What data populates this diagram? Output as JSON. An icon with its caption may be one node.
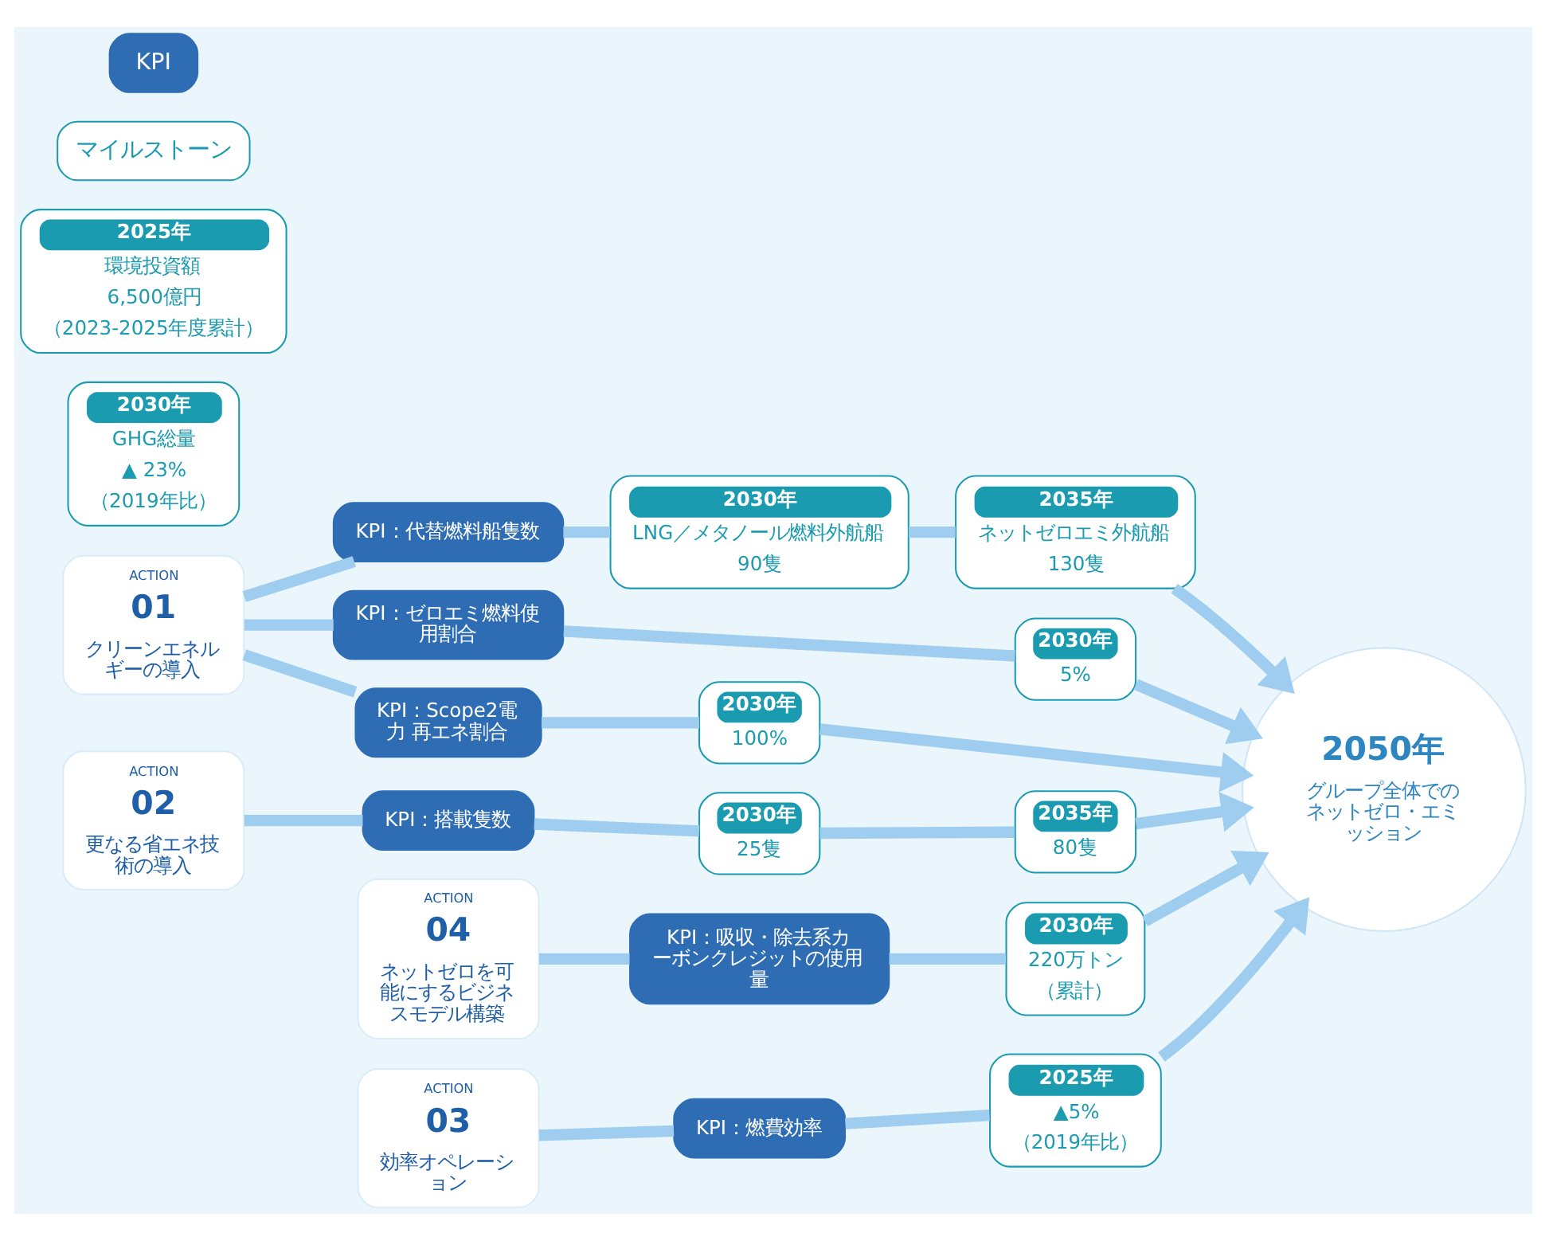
{
  "diagram": {
    "nodes": [
      {
        "text": [
          "2050年",
          "グループ全体でのネットゼロ・エミッション"
        ]
      },
      {
        "text": [
          "ACTION",
          "01",
          "クリーンエネルギーの導入"
        ]
      },
      {
        "text": [
          "KPI：代替燃料船隻数"
        ]
      },
      {
        "text": [
          "2030年",
          "LNG／メタノール燃料外航船",
          "90隻"
        ]
      },
      {
        "text": [
          "2035年",
          "ネットゼロエミ外航船",
          "130隻"
        ]
      },
      {
        "text": [
          "KPI：ゼロエミ燃料使用割合"
        ]
      },
      {
        "text": [
          "2030年",
          "5%"
        ]
      },
      {
        "text": [
          "KPI：Scope2電力 再エネ割合"
        ]
      },
      {
        "text": [
          "2030年",
          "100%"
        ]
      },
      {
        "text": [
          "2035年",
          "80隻"
        ]
      },
      {
        "text": [
          "2030年",
          "25隻"
        ]
      },
      {
        "text": [
          "ACTION",
          "02",
          "更なる省エネ技術の導入"
        ]
      },
      {
        "text": [
          "KPI：搭載隻数"
        ]
      },
      {
        "text": [
          "2030年",
          "220万トン",
          "（累計）"
        ]
      },
      {
        "text": [
          "2025年",
          "▲5%",
          "（2019年比）"
        ]
      },
      {
        "text": [
          "KPI：燃費効率"
        ]
      },
      {
        "text": [
          "ACTION",
          "03",
          "効率オペレーション"
        ]
      },
      {
        "text": [
          "2030年",
          "GHG総量",
          "▲ 23%",
          "（2019年比）"
        ]
      },
      {
        "text": [
          "ACTION",
          "04",
          "ネットゼロを可能にするビジネスモデル構築"
        ]
      },
      {
        "text": [
          "KPI：吸収・除去系カーボンクレジットの使用量"
        ]
      },
      {
        "text": [
          "2025年",
          "環境投資額",
          "6,500億円",
          "（2023-2025年度累計）"
        ]
      }
    ],
    "edges": [
      {
        "from": 1,
        "to": 2,
        "arrow": "none"
      },
      {
        "from": 2,
        "to": 3,
        "arrow": "none"
      },
      {
        "from": 3,
        "to": 4,
        "arrow": "none"
      },
      {
        "from": 4,
        "to": 0,
        "arrow": "to"
      },
      {
        "from": 1,
        "to": 5,
        "arrow": "none"
      },
      {
        "from": 5,
        "to": 6,
        "arrow": "none"
      },
      {
        "from": 6,
        "to": 0,
        "arrow": "to"
      },
      {
        "from": 1,
        "to": 7,
        "arrow": "none"
      },
      {
        "from": 7,
        "to": 8,
        "arrow": "none"
      },
      {
        "from": 8,
        "to": 0,
        "arrow": "to"
      },
      {
        "from": 11,
        "to": 12,
        "arrow": "none"
      },
      {
        "from": 12,
        "to": 10,
        "arrow": "none"
      },
      {
        "from": 10,
        "to": 9,
        "arrow": "none"
      },
      {
        "from": 9,
        "to": 0,
        "arrow": "to"
      },
      {
        "from": 16,
        "to": 15,
        "arrow": "none"
      },
      {
        "from": 15,
        "to": 14,
        "arrow": "none"
      },
      {
        "from": 14,
        "to": 0,
        "arrow": "to"
      },
      {
        "from": 18,
        "to": 19,
        "arrow": "none"
      },
      {
        "from": 19,
        "to": 13,
        "arrow": "none"
      },
      {
        "from": 13,
        "to": 0,
        "arrow": "to"
      }
    ],
    "legend": [
      {
        "text": "KPI",
        "color": "#2e6db4"
      },
      {
        "text": "マイルストーン",
        "color": "#ffffff"
      }
    ]
  }
}
